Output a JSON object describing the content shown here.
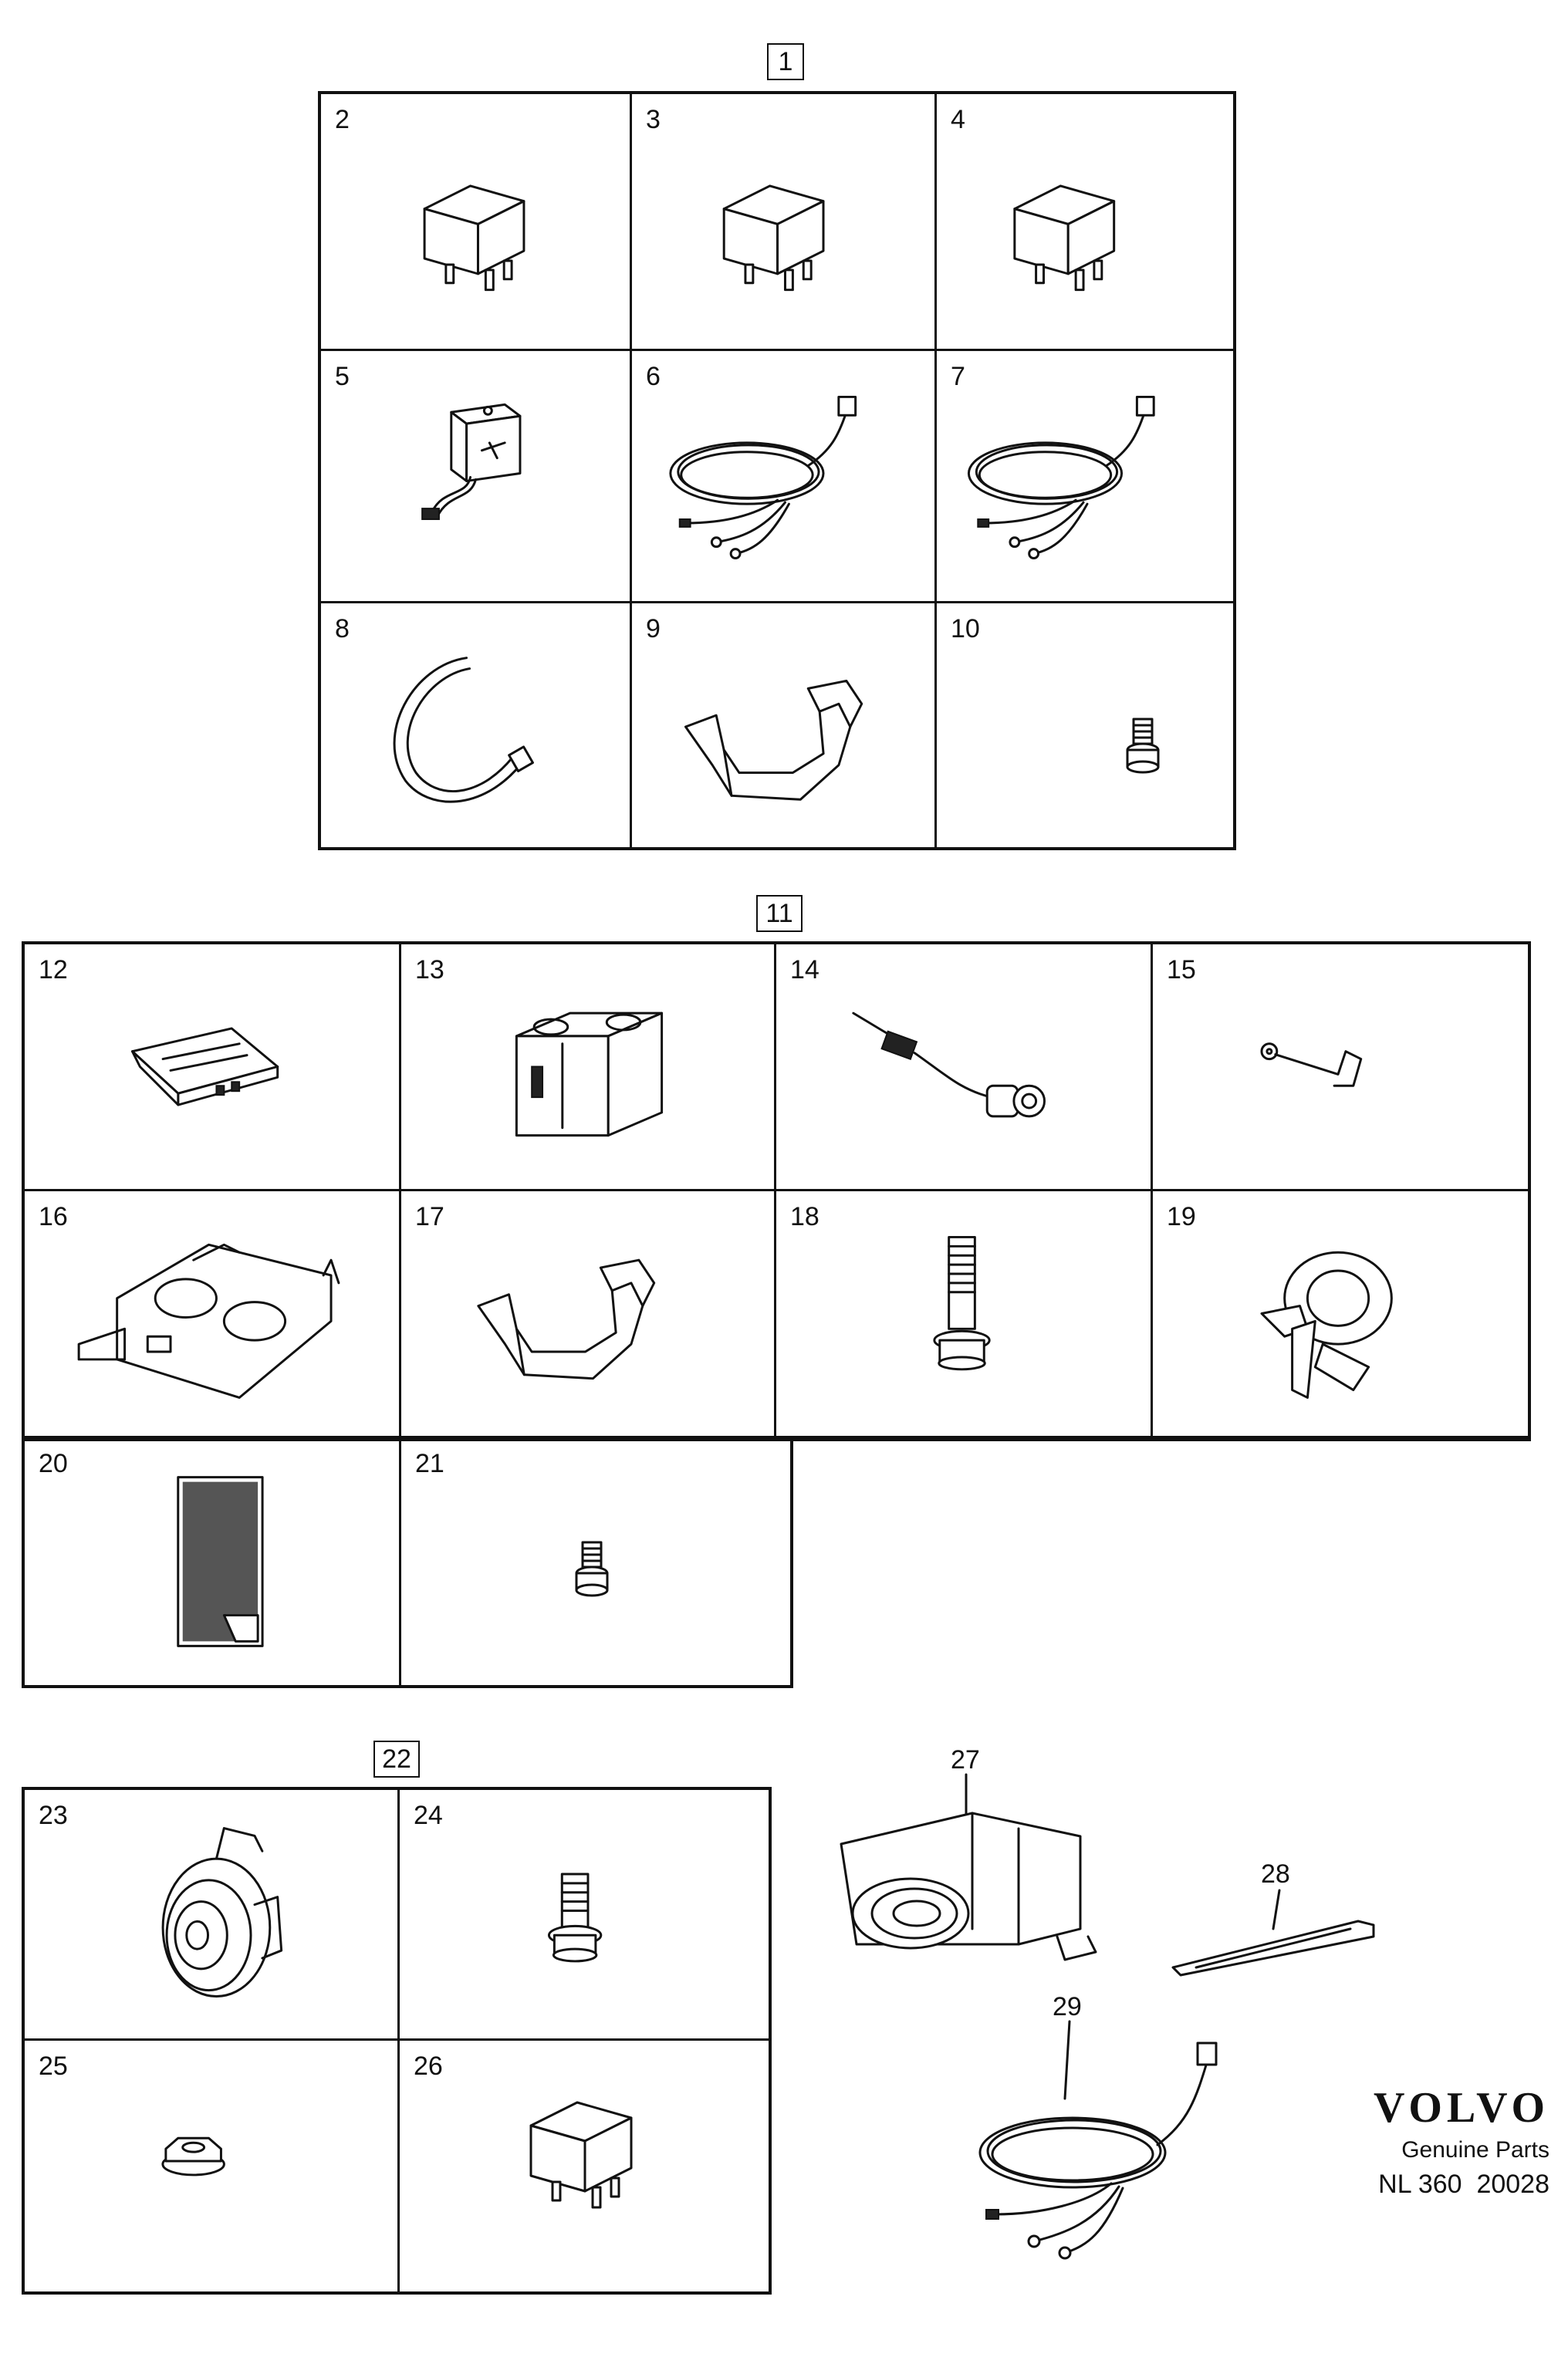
{
  "groups": [
    {
      "id": "1",
      "items": [
        "2",
        "3",
        "4",
        "5",
        "6",
        "7",
        "8",
        "9",
        "10"
      ]
    },
    {
      "id": "11",
      "items": [
        "12",
        "13",
        "14",
        "15",
        "16",
        "17",
        "18",
        "19",
        "20",
        "21"
      ]
    },
    {
      "id": "22",
      "items": [
        "23",
        "24",
        "25",
        "26"
      ]
    }
  ],
  "loose_items": [
    "27",
    "28",
    "29"
  ],
  "brand": {
    "logo": "VOLVO",
    "subtitle": "Genuine Parts",
    "code": "NL 360  20028"
  }
}
